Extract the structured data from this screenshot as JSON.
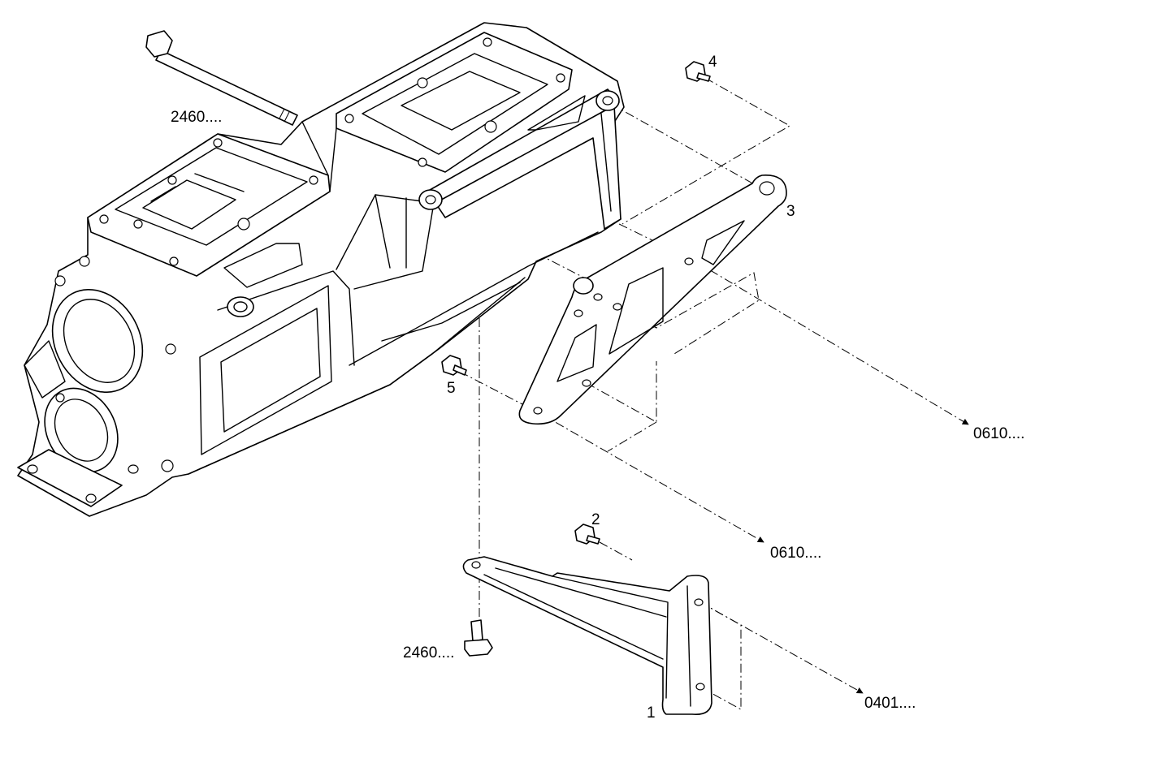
{
  "callouts": {
    "ref_top": "2460....",
    "ref_bottom": "2460....",
    "ref_upper_right": "0610....",
    "ref_middle": "0610....",
    "ref_lower_right": "0401....",
    "item_1": "1",
    "item_2": "2",
    "item_3": "3",
    "item_4": "4",
    "item_5": "5"
  },
  "colors": {
    "line": "#000000",
    "background": "#ffffff"
  }
}
